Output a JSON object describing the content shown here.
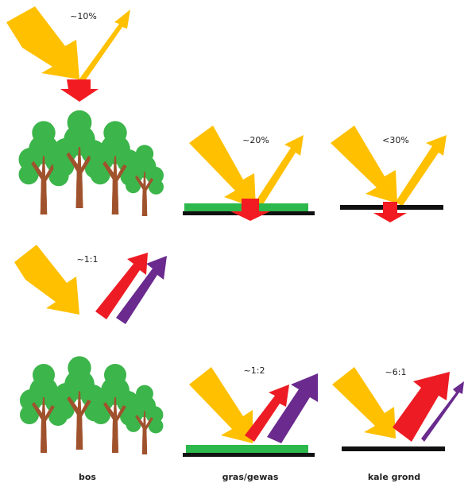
{
  "colors": {
    "sun": "#FFC000",
    "absorbed": "#F21B21",
    "heat": "#ED1C24",
    "latent": "#6A2A8E",
    "grass": "#2DB84B",
    "ground": "#111111",
    "tree_trunk": "#A0522D",
    "tree_crown": "#3CB54A"
  },
  "top_row": {
    "forest_albedo": "~10%",
    "grass_albedo": "~20%",
    "bare_albedo": "<30%"
  },
  "bottom_row": {
    "forest_ratio": "~1:1",
    "grass_ratio": "~1:2",
    "bare_ratio": "~6:1"
  },
  "captions": {
    "forest": "bos",
    "grass": "gras/gewas",
    "bare": "kale grond"
  }
}
